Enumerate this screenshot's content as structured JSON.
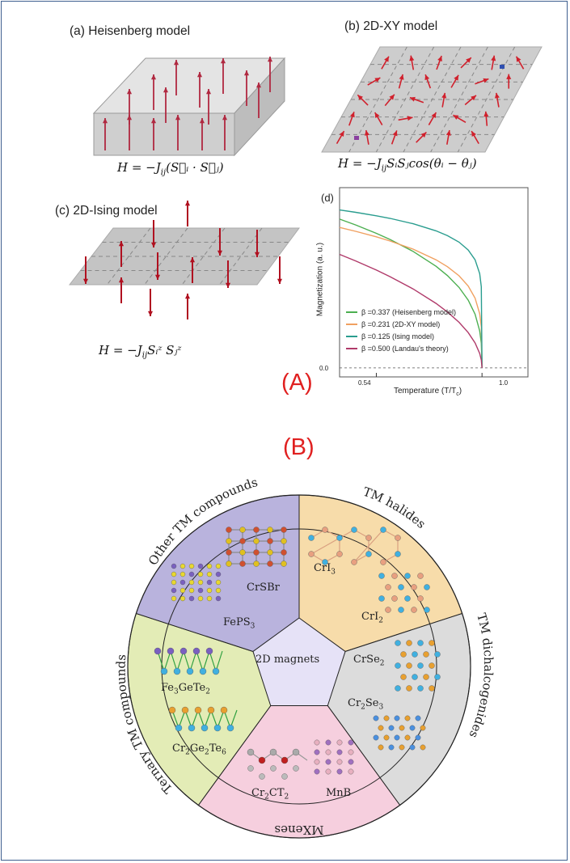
{
  "panel_a": {
    "heisenberg_title": "(a) Heisenberg model",
    "heisenberg_formula": "H = −J",
    "heisenberg_formula_sub": "ij",
    "heisenberg_formula_rest": "(S⃗ᵢ · S⃗ⱼ)",
    "xy_title": "(b) 2D-XY model",
    "xy_formula": "H = −J",
    "xy_formula_sub": "ij",
    "xy_formula_rest": "SᵢSⱼcos(θᵢ − θⱼ)",
    "ising_title": "(c) 2D-Ising model",
    "ising_formula": "H = −J",
    "ising_formula_sub": "ij",
    "ising_formula_rest": "Sᵢᶻ Sⱼᶻ",
    "label": "(A)"
  },
  "chart_data": {
    "type": "line",
    "panel_label": "(d)",
    "xlabel": "Temperature (T/T",
    "xlabel_sub": "c",
    "xlabel_end": ")",
    "ylabel": "Magnetization (a. u.)",
    "x_ticks": [
      "0.54",
      "1.0"
    ],
    "y_ticks": [
      "0.0"
    ],
    "xlim": [
      0.38,
      1.2
    ],
    "ylim": [
      -0.05,
      1.0
    ],
    "series": [
      {
        "name": "β =0.337  (Heisenberg model)",
        "beta": 0.337,
        "amplitude": 0.97,
        "color": "#4caf50"
      },
      {
        "name": "β =0.231  (2D-XY model)",
        "beta": 0.231,
        "amplitude": 0.87,
        "color": "#f0a060"
      },
      {
        "name": "β =0.125  (Ising model)",
        "beta": 0.125,
        "amplitude": 0.93,
        "color": "#2a9d8f"
      },
      {
        "name": "β =0.500  (Landau's theory)",
        "beta": 0.5,
        "amplitude": 0.8,
        "color": "#b03a6a"
      }
    ],
    "x_points": [
      0.38,
      0.45,
      0.54,
      0.6,
      0.7,
      0.8,
      0.85,
      0.9,
      0.94,
      0.97,
      0.99,
      0.997,
      1.0
    ],
    "legend_position": "lower-left"
  },
  "panel_b": {
    "label": "(B)",
    "center": "2D magnets",
    "sectors": {
      "other_tm": "Other TM compounds",
      "tm_halides": "TM halides",
      "tm_dichalcogenides": "TM dichalcogenides",
      "mxenes": "MXenes",
      "ternary": "Ternary TM compounds"
    },
    "materials": {
      "crsbr": "CrSBr",
      "feps3": "FePS",
      "feps3_sub": "3",
      "cri3": "CrI",
      "cri3_sub": "3",
      "cri2": "CrI",
      "cri2_sub": "2",
      "crse2": "CrSe",
      "crse2_sub": "2",
      "cr2se3_a": "Cr",
      "cr2se3_b": "2",
      "cr2se3_c": "Se",
      "cr2se3_d": "3",
      "fe3gete2_a": "Fe",
      "fe3gete2_b": "3",
      "fe3gete2_c": "GeTe",
      "fe3gete2_d": "2",
      "cr2ge2te6_a": "Cr",
      "cr2ge2te6_b": "2",
      "cr2ge2te6_c": "Ge",
      "cr2ge2te6_d": "2",
      "cr2ge2te6_e": "Te",
      "cr2ge2te6_f": "6",
      "cr2ct2_a": "Cr",
      "cr2ct2_b": "2",
      "cr2ct2_c": "CT",
      "cr2ct2_d": "2",
      "mnb": "MnB"
    },
    "colors": {
      "other_tm": "#b9b3dd",
      "tm_halides": "#f7dcaa",
      "tm_dichalcogenides": "#dcdcdc",
      "mxenes": "#f6cfde",
      "ternary": "#e3ecb6",
      "center": "#e6e2f7"
    }
  }
}
